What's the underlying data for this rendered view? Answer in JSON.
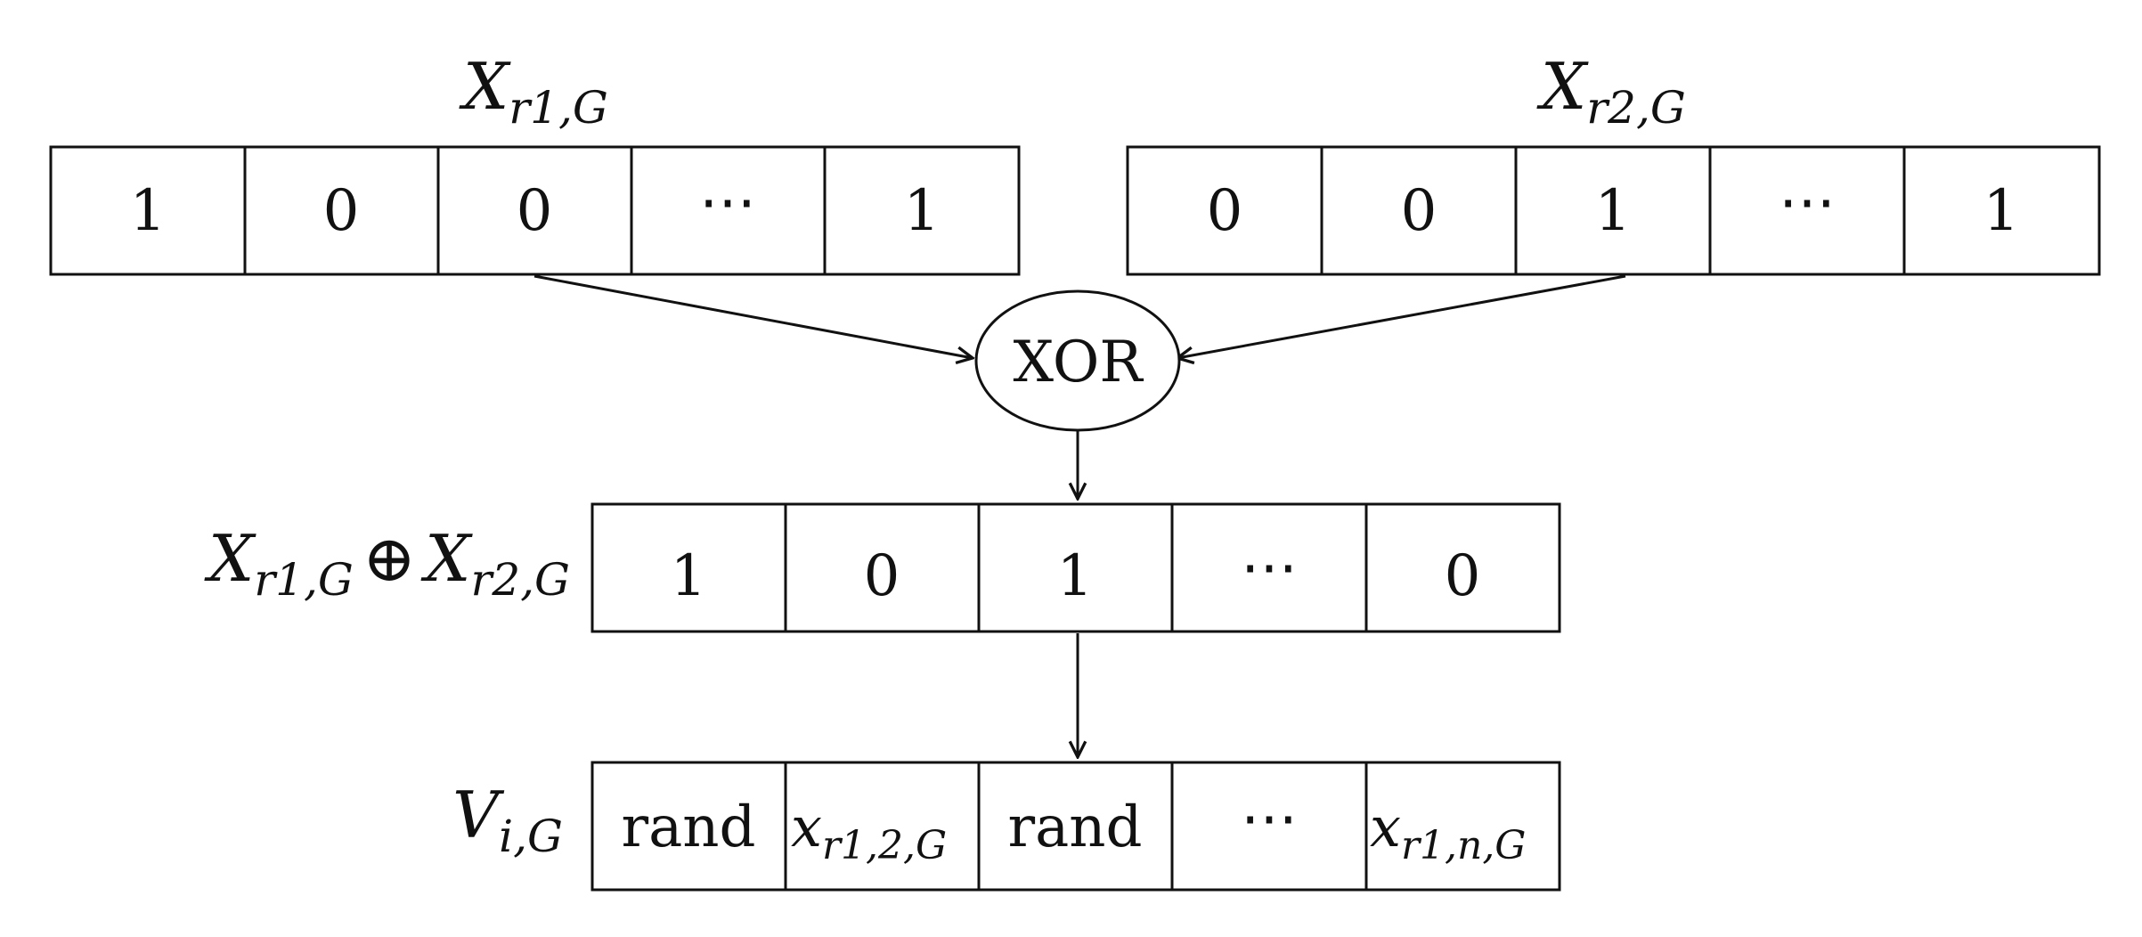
{
  "arrays": {
    "x_r1": {
      "label": {
        "base": "X",
        "sub": "r1,G"
      },
      "cells": [
        "1",
        "0",
        "0",
        "⋯",
        "1"
      ]
    },
    "x_r2": {
      "label": {
        "base": "X",
        "sub": "r2,G"
      },
      "cells": [
        "0",
        "0",
        "1",
        "⋯",
        "1"
      ]
    },
    "xor_result": {
      "label": {
        "base1": "X",
        "sub1": "r1,G",
        "op": "⊕",
        "base2": "X",
        "sub2": "r2,G"
      },
      "cells": [
        "1",
        "0",
        "1",
        "⋯",
        "0"
      ]
    },
    "v": {
      "label": {
        "base": "V",
        "sub": "i,G"
      },
      "cells": [
        {
          "text": "rand"
        },
        {
          "base": "x",
          "sub": "r1,2,G"
        },
        {
          "text": "rand"
        },
        {
          "text": "⋯"
        },
        {
          "base": "x",
          "sub": "r1,n,G"
        }
      ]
    }
  },
  "operator": {
    "label": "XOR"
  }
}
